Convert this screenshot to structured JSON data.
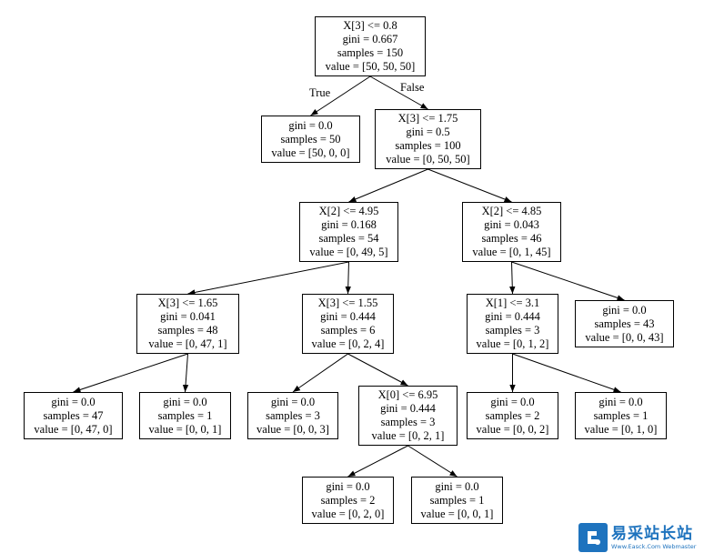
{
  "nodes": [
    {
      "id": "n0",
      "lines": [
        "X[3] <= 0.8",
        "gini = 0.667",
        "samples = 150",
        "value = [50, 50, 50]"
      ]
    },
    {
      "id": "n1",
      "lines": [
        "gini = 0.0",
        "samples = 50",
        "value = [50, 0, 0]"
      ]
    },
    {
      "id": "n2",
      "lines": [
        "X[3] <= 1.75",
        "gini = 0.5",
        "samples = 100",
        "value = [0, 50, 50]"
      ]
    },
    {
      "id": "n3",
      "lines": [
        "X[2] <= 4.95",
        "gini = 0.168",
        "samples = 54",
        "value = [0, 49, 5]"
      ]
    },
    {
      "id": "n4",
      "lines": [
        "X[2] <= 4.85",
        "gini = 0.043",
        "samples = 46",
        "value = [0, 1, 45]"
      ]
    },
    {
      "id": "n5",
      "lines": [
        "X[3] <= 1.65",
        "gini = 0.041",
        "samples = 48",
        "value = [0, 47, 1]"
      ]
    },
    {
      "id": "n6",
      "lines": [
        "X[3] <= 1.55",
        "gini = 0.444",
        "samples = 6",
        "value = [0, 2, 4]"
      ]
    },
    {
      "id": "n7",
      "lines": [
        "X[1] <= 3.1",
        "gini = 0.444",
        "samples = 3",
        "value = [0, 1, 2]"
      ]
    },
    {
      "id": "n8",
      "lines": [
        "gini = 0.0",
        "samples = 43",
        "value = [0, 0, 43]"
      ]
    },
    {
      "id": "n9",
      "lines": [
        "gini = 0.0",
        "samples = 47",
        "value = [0, 47, 0]"
      ]
    },
    {
      "id": "n10",
      "lines": [
        "gini = 0.0",
        "samples = 1",
        "value = [0, 0, 1]"
      ]
    },
    {
      "id": "n11",
      "lines": [
        "gini = 0.0",
        "samples = 3",
        "value = [0, 0, 3]"
      ]
    },
    {
      "id": "n12",
      "lines": [
        "X[0] <= 6.95",
        "gini = 0.444",
        "samples = 3",
        "value = [0, 2, 1]"
      ]
    },
    {
      "id": "n13",
      "lines": [
        "gini = 0.0",
        "samples = 2",
        "value = [0, 0, 2]"
      ]
    },
    {
      "id": "n14",
      "lines": [
        "gini = 0.0",
        "samples = 1",
        "value = [0, 1, 0]"
      ]
    },
    {
      "id": "n15",
      "lines": [
        "gini = 0.0",
        "samples = 2",
        "value = [0, 2, 0]"
      ]
    },
    {
      "id": "n16",
      "lines": [
        "gini = 0.0",
        "samples = 1",
        "value = [0, 0, 1]"
      ]
    }
  ],
  "edges": [
    {
      "from": "n0",
      "to": "n1"
    },
    {
      "from": "n0",
      "to": "n2"
    },
    {
      "from": "n2",
      "to": "n3"
    },
    {
      "from": "n2",
      "to": "n4"
    },
    {
      "from": "n3",
      "to": "n5"
    },
    {
      "from": "n3",
      "to": "n6"
    },
    {
      "from": "n4",
      "to": "n7"
    },
    {
      "from": "n4",
      "to": "n8"
    },
    {
      "from": "n5",
      "to": "n9"
    },
    {
      "from": "n5",
      "to": "n10"
    },
    {
      "from": "n6",
      "to": "n11"
    },
    {
      "from": "n6",
      "to": "n12"
    },
    {
      "from": "n7",
      "to": "n13"
    },
    {
      "from": "n7",
      "to": "n14"
    },
    {
      "from": "n12",
      "to": "n15"
    },
    {
      "from": "n12",
      "to": "n16"
    }
  ],
  "edge_labels": {
    "true_label": "True",
    "false_label": "False"
  },
  "watermark": {
    "title": "易采站长站",
    "subtitle": "Www.Easck.Com Webmaster"
  }
}
